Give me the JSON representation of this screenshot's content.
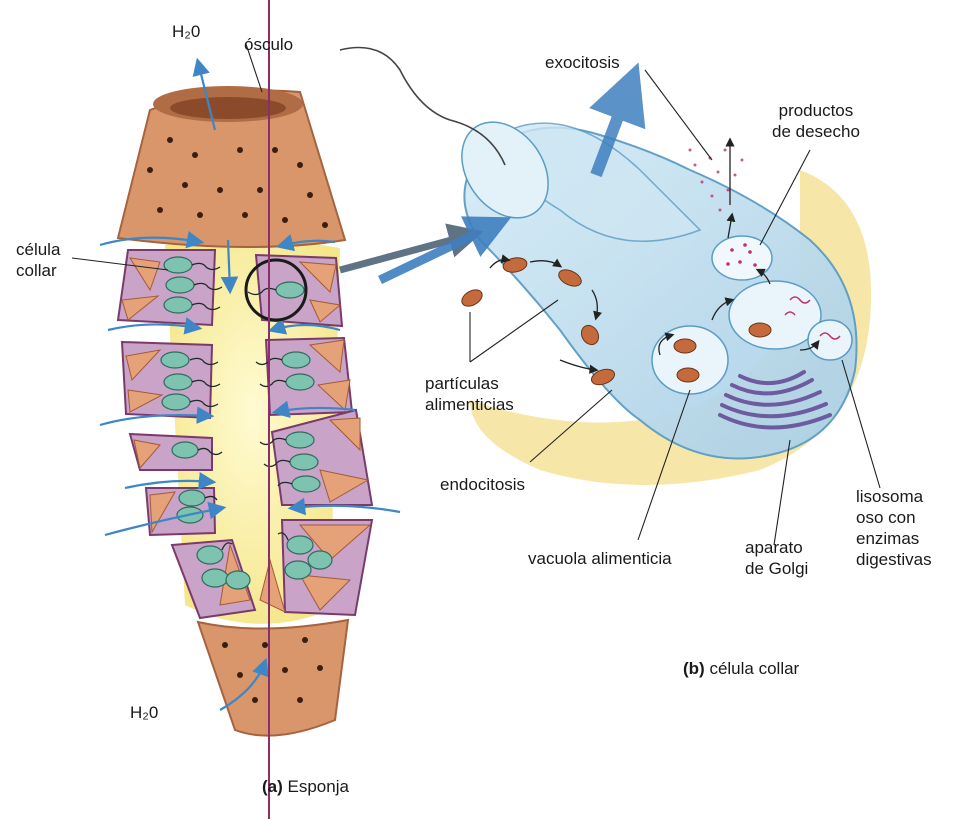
{
  "labels": {
    "h2o_top": "H₂0",
    "osculo": "ósculo",
    "celula_collar": "célula\ncollar",
    "h2o_bottom": "H₂0",
    "exocitosis": "exocitosis",
    "productos": "productos\nde desecho",
    "particulas": "partículas\nalimenticias",
    "endocitosis": "endocitosis",
    "vacuola": "vacuola alimenticia",
    "golgi": "aparato\nde Golgi",
    "lisosoma": "lisosoma\noso con\nenzimas\ndigestivas"
  },
  "captions": {
    "a_tag": "(a)",
    "a_text": "Esponja",
    "b_tag": "(b)",
    "b_text": "célula collar"
  },
  "colors": {
    "sponge_body": "#d9966a",
    "sponge_dark": "#b06c45",
    "cavity": "#fbf3a8",
    "collar_cell": "#7ec3b0",
    "cell_membrane": "#a9cfe6",
    "water_arrow": "#3e86c5",
    "lysosome_dots": "#c0306e",
    "golgi": "#6e5a9e",
    "divider": "#8b2f6a",
    "background_blob": "#f5e39a"
  }
}
